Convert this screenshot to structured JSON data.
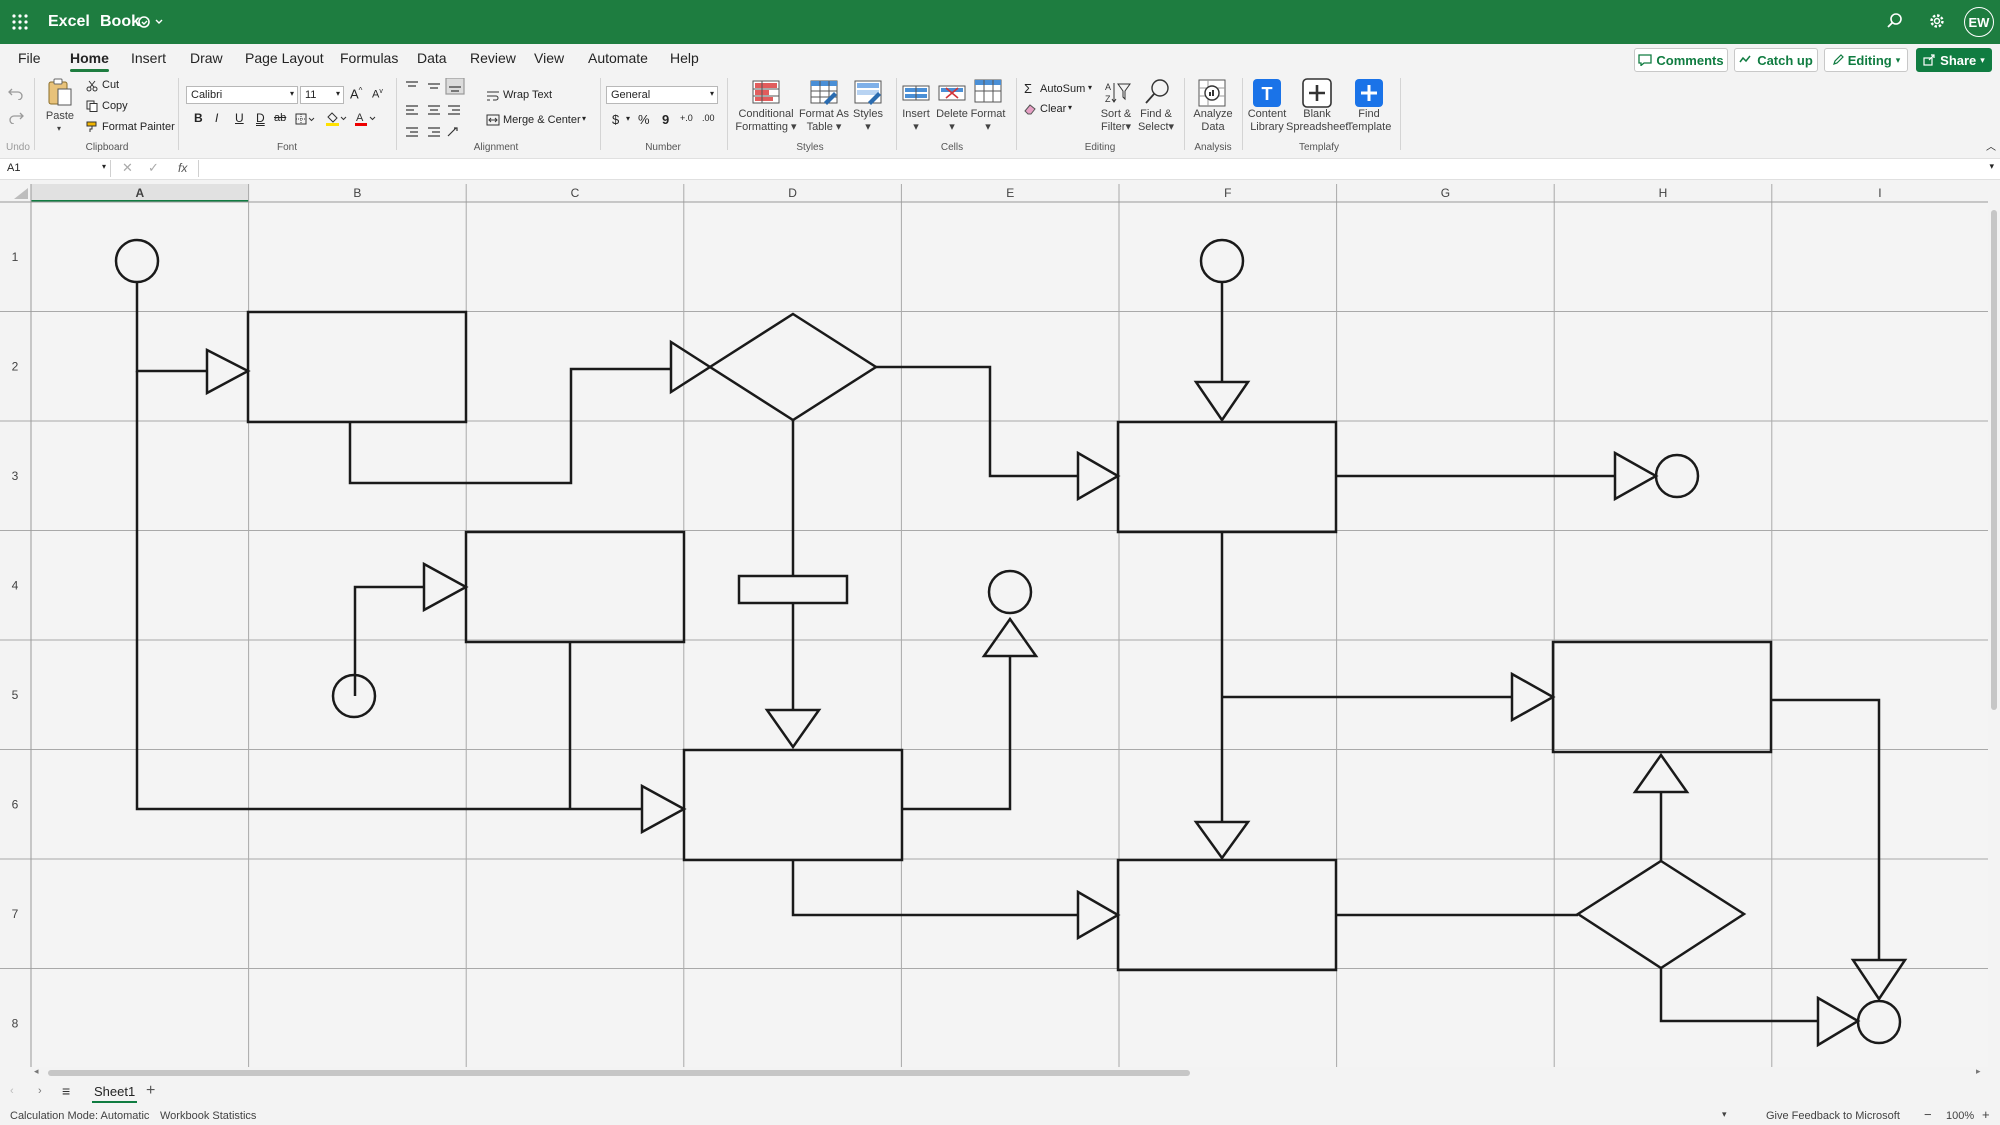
{
  "app": {
    "name": "Excel",
    "document": "Book",
    "user_initials": "EW"
  },
  "menu": {
    "tabs": [
      "File",
      "Home",
      "Insert",
      "Draw",
      "Page Layout",
      "Formulas",
      "Data",
      "Review",
      "View",
      "Automate",
      "Help"
    ],
    "active": "Home"
  },
  "top_actions": {
    "comments": "Comments",
    "catch_up": "Catch up",
    "editing": "Editing",
    "share": "Share"
  },
  "ribbon": {
    "undo_group": "Undo",
    "clipboard": {
      "label": "Clipboard",
      "paste": "Paste",
      "cut": "Cut",
      "copy": "Copy",
      "format_painter": "Format Painter"
    },
    "font": {
      "label": "Font",
      "name": "Calibri",
      "size": "11",
      "bold": "B",
      "italic": "I",
      "underline": "U",
      "double_underline": "D",
      "strike": "ab"
    },
    "alignment": {
      "label": "Alignment",
      "wrap_text": "Wrap Text",
      "merge_center": "Merge & Center"
    },
    "number": {
      "label": "Number",
      "format": "General",
      "currency": "$",
      "percent": "%",
      "comma": "9",
      "inc_decimal": "+.0",
      "dec_decimal": ".00"
    },
    "styles": {
      "label": "Styles",
      "conditional_formatting": [
        "Conditional",
        "Formatting"
      ],
      "format_as_table": [
        "Format As",
        "Table"
      ],
      "styles": "Styles"
    },
    "cells": {
      "label": "Cells",
      "insert": "Insert",
      "delete": "Delete",
      "format": "Format"
    },
    "editing": {
      "label": "Editing",
      "autosum": "AutoSum",
      "clear": "Clear",
      "sort_filter": [
        "Sort &",
        "Filter"
      ],
      "find_select": [
        "Find &",
        "Select"
      ]
    },
    "analysis": {
      "label": "Analysis",
      "analyze_data": [
        "Analyze",
        "Data"
      ]
    },
    "templafy": {
      "label": "Templafy",
      "content_library": [
        "Content",
        "Library"
      ],
      "blank_spreadsheet": [
        "Blank",
        "Spreadsheet"
      ],
      "find_template": [
        "Find",
        "Template"
      ]
    }
  },
  "formula_bar": {
    "name_box": "A1",
    "fx": "fx",
    "value": ""
  },
  "grid": {
    "columns": [
      "A",
      "B",
      "C",
      "D",
      "E",
      "F",
      "G",
      "H",
      "I"
    ],
    "rows": [
      "1",
      "2",
      "3",
      "4",
      "5",
      "6",
      "7",
      "8"
    ],
    "selected_cell": "A1"
  },
  "sheets": {
    "tabs": [
      "Sheet1"
    ],
    "active": "Sheet1",
    "add": "+"
  },
  "status": {
    "calc_mode": "Calculation Mode: Automatic",
    "workbook_stats": "Workbook Statistics",
    "feedback": "Give Feedback to Microsoft",
    "zoom": "100%"
  },
  "colors": {
    "brand": "#1e7d40",
    "accent": "#107c41",
    "templafy_blue": "#1a73e8",
    "line": "#1a1a1a"
  },
  "icons": [
    "app-launcher-icon",
    "autosave-icon",
    "search-icon",
    "gear-icon",
    "comment-icon",
    "catch-up-icon",
    "pencil-icon",
    "share-icon",
    "undo-icon",
    "redo-icon",
    "paste-icon",
    "cut-icon",
    "copy-icon",
    "format-painter-icon",
    "conditional-formatting-icon",
    "format-as-table-icon",
    "styles-icon",
    "insert-cells-icon",
    "delete-cells-icon",
    "format-cells-icon",
    "autosum-icon",
    "eraser-icon",
    "sort-filter-icon",
    "find-icon",
    "analyze-data-icon",
    "content-library-icon",
    "blank-spreadsheet-icon",
    "find-template-icon"
  ]
}
